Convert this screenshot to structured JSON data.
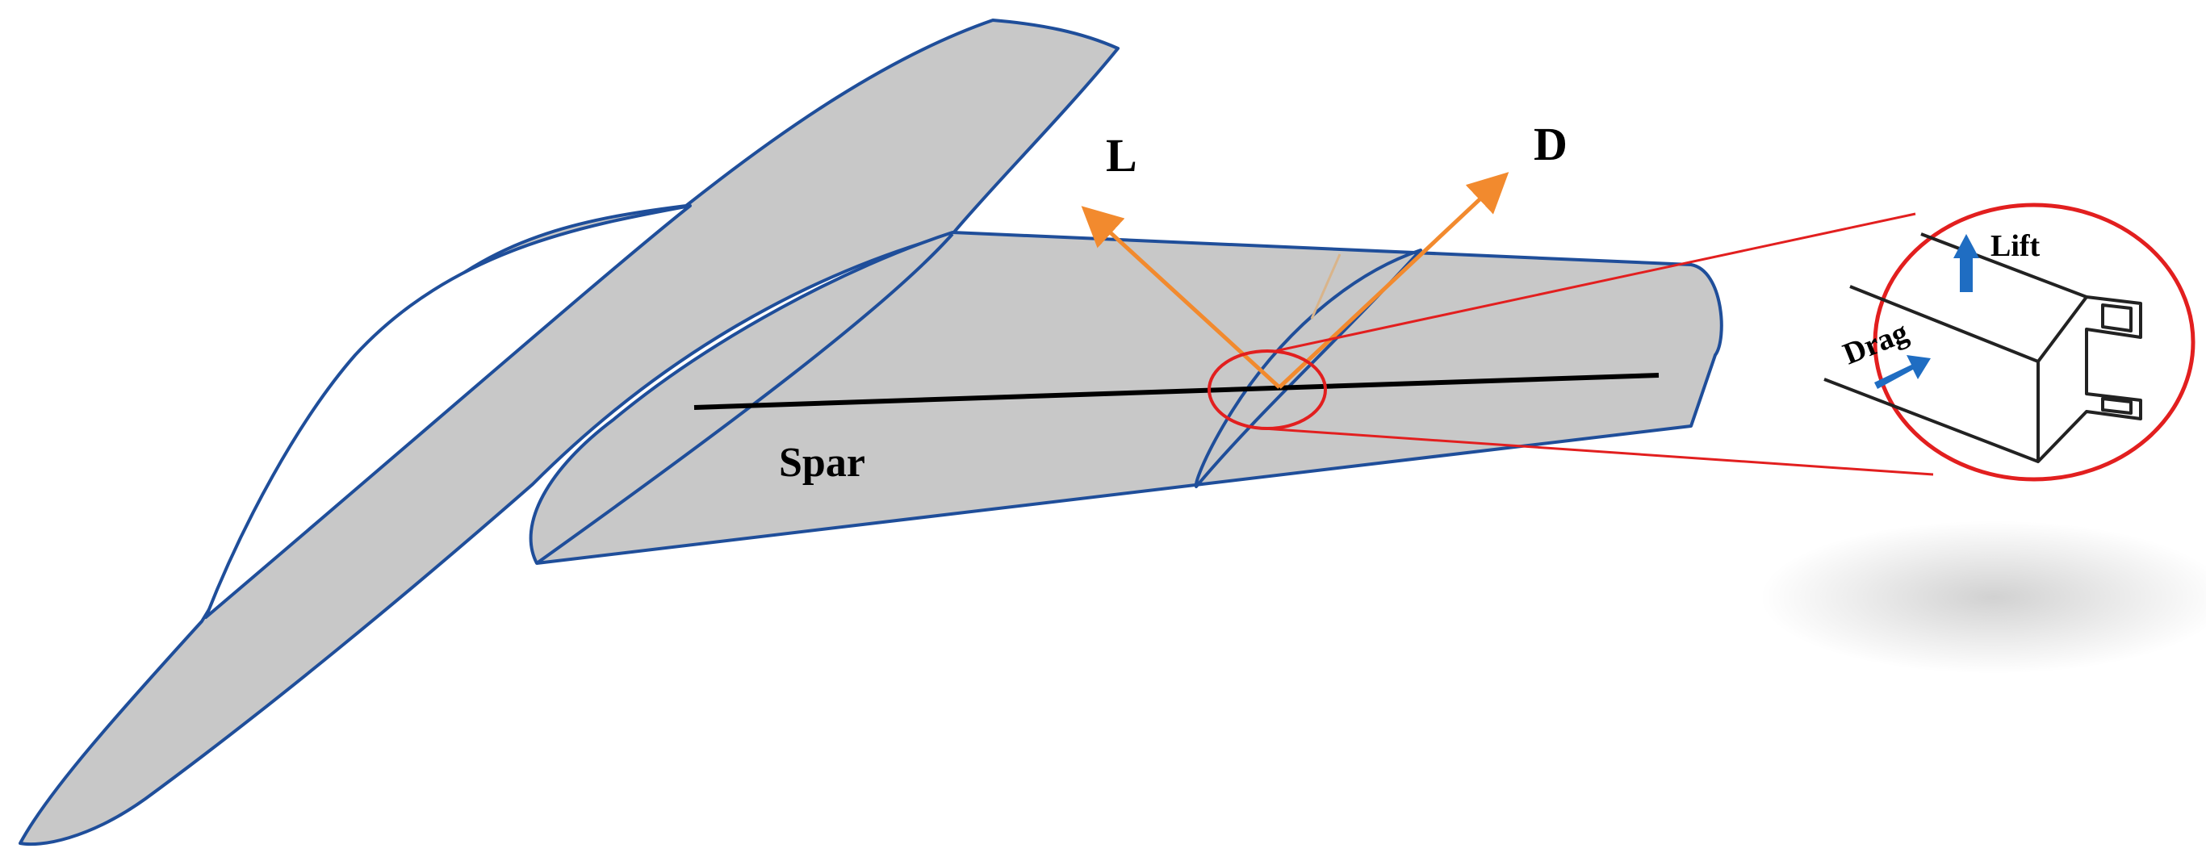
{
  "labels": {
    "lift_vector": "L",
    "drag_vector": "D",
    "spar": "Spar",
    "inset_lift": "Lift",
    "inset_drag": "Drag"
  },
  "colors": {
    "aircraft_fill": "#c8c8c8",
    "aircraft_outline": "#1f4e9a",
    "force_arrow": "#f28a2e",
    "callout": "#e21f1f",
    "inset_arrow": "#1f6dc2",
    "spar_line": "#000000"
  },
  "icons": {
    "inset_lift_arrow": "arrow-up-icon",
    "inset_drag_arrow": "arrow-right-icon"
  }
}
